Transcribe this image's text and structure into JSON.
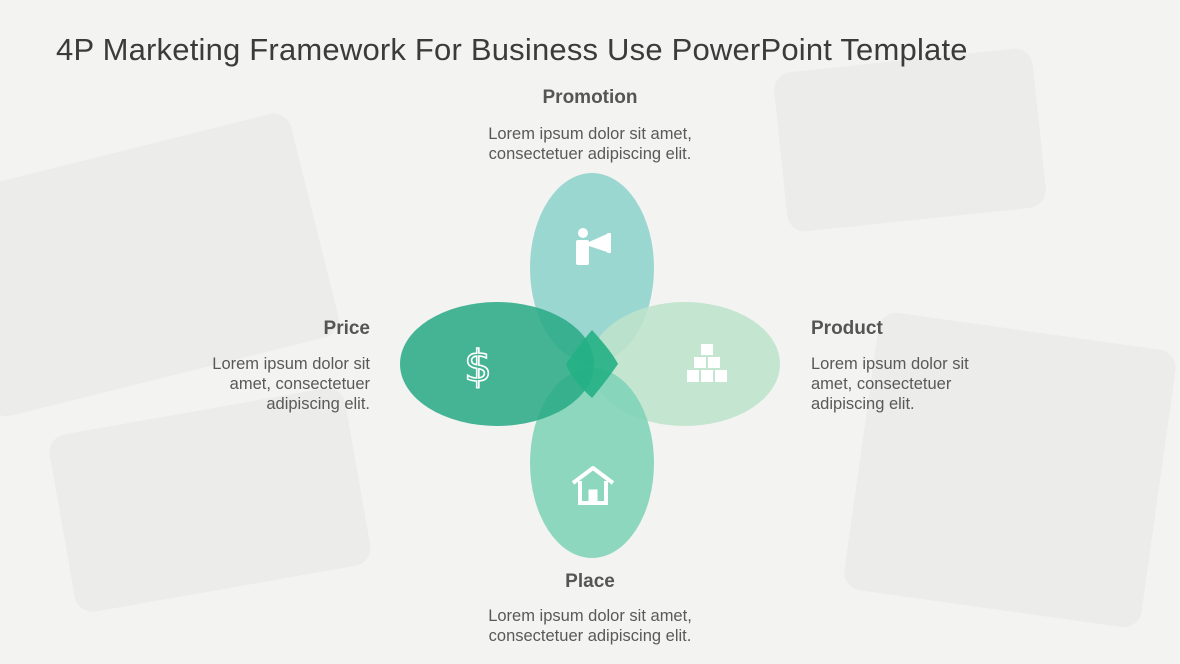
{
  "title": "4P Marketing Framework For Business Use PowerPoint Template",
  "colors": {
    "promotion": "#8ed3cc",
    "price": "#2bab86",
    "product": "#bde3c9",
    "place": "#7ed3b7",
    "center": "#23b084",
    "text": "#595959",
    "heading": "#555555",
    "icon": "#ffffff"
  },
  "items": {
    "promotion": {
      "label": "Promotion",
      "desc_line1": "Lorem ipsum dolor sit amet,",
      "desc_line2": "consectetuer adipiscing elit.",
      "icon": "megaphone-person-icon"
    },
    "price": {
      "label": "Price",
      "desc_line1": "Lorem ipsum dolor sit",
      "desc_line2": "amet, consectetuer",
      "desc_line3": "adipiscing elit.",
      "icon": "dollar-icon"
    },
    "product": {
      "label": "Product",
      "desc_line1": "Lorem ipsum dolor sit",
      "desc_line2": "amet, consectetuer",
      "desc_line3": "adipiscing elit.",
      "icon": "boxes-icon"
    },
    "place": {
      "label": "Place",
      "desc_line1": "Lorem ipsum dolor sit amet,",
      "desc_line2": "consectetuer adipiscing elit.",
      "icon": "house-icon"
    }
  }
}
